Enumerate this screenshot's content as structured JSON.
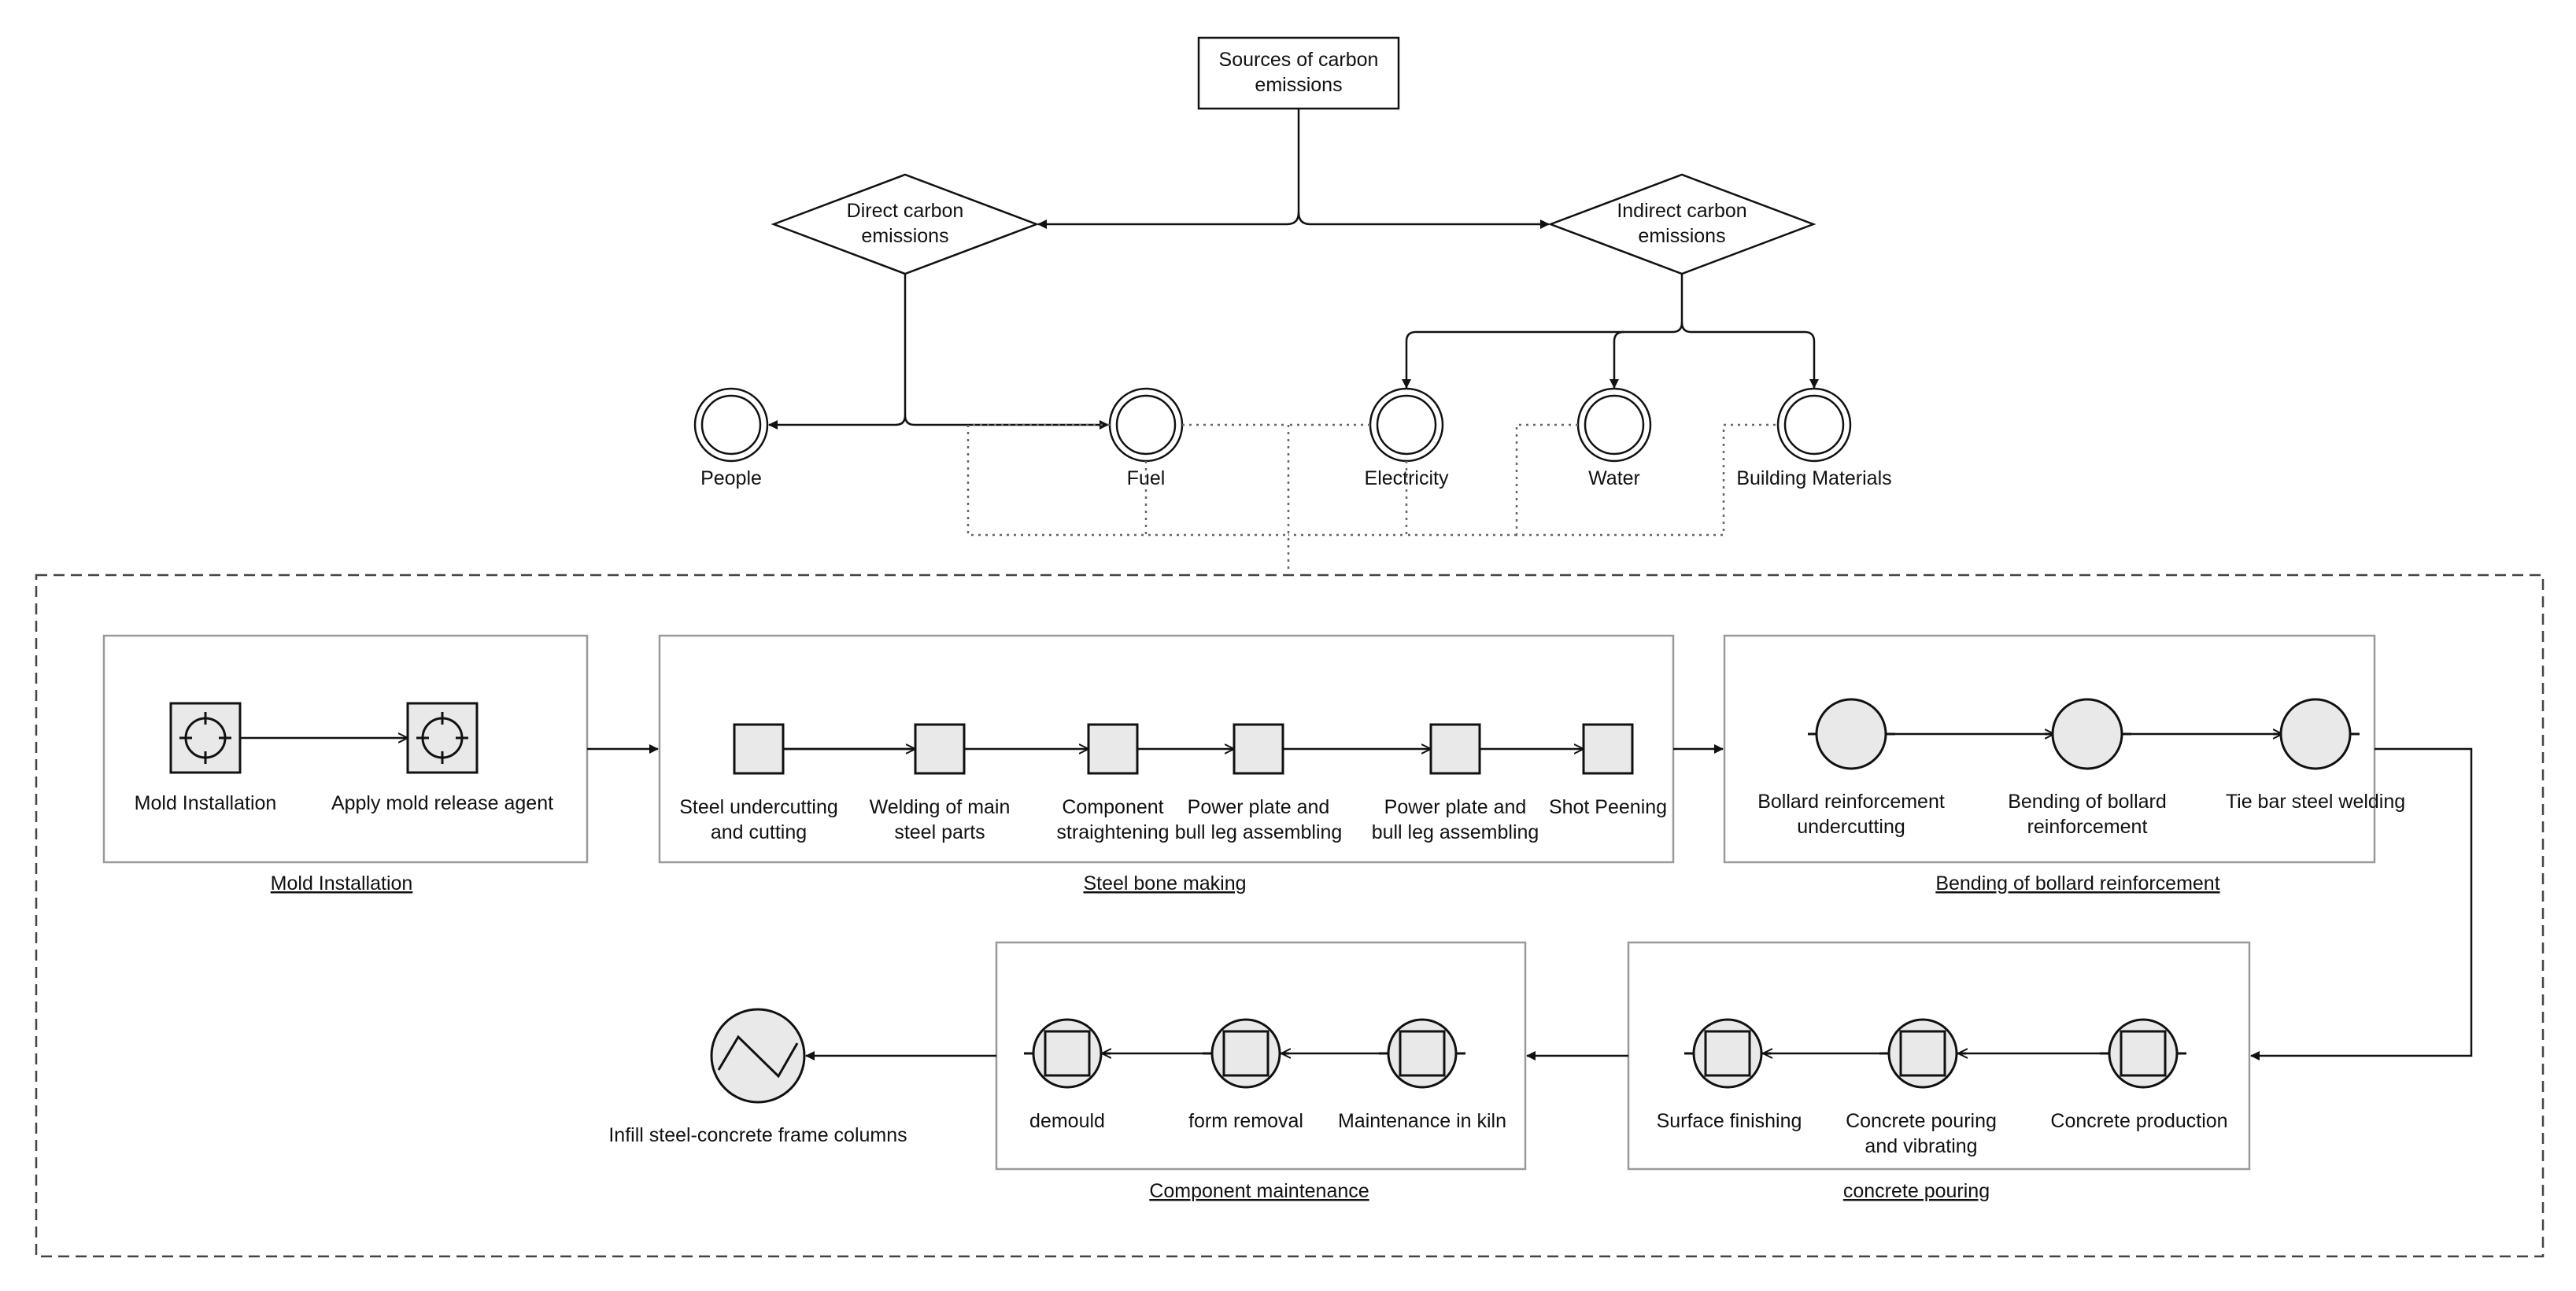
{
  "root": {
    "label_lines": [
      "Sources of carbon",
      "emissions"
    ]
  },
  "direct": {
    "label_lines": [
      "Direct carbon",
      "emissions"
    ]
  },
  "indirect": {
    "label_lines": [
      "Indirect carbon",
      "emissions"
    ]
  },
  "sources": {
    "people": "People",
    "fuel": "Fuel",
    "electricity": "Electricity",
    "water": "Water",
    "materials": "Building Materials"
  },
  "stages": {
    "mold": {
      "title": "Mold Installation",
      "steps": [
        {
          "lines": [
            "Mold Installation"
          ]
        },
        {
          "lines": [
            "Apply mold release agent"
          ]
        }
      ]
    },
    "steel": {
      "title": "Steel bone making",
      "steps": [
        {
          "lines": [
            "Steel undercutting",
            "and cutting"
          ]
        },
        {
          "lines": [
            "Welding of main",
            "steel parts"
          ]
        },
        {
          "lines": [
            "Component",
            "straightening"
          ]
        },
        {
          "lines": [
            "Power plate and",
            "bull leg assembling"
          ]
        },
        {
          "lines": [
            "Power plate and",
            "bull leg assembling"
          ]
        },
        {
          "lines": [
            "Shot Peening"
          ]
        }
      ]
    },
    "bollard": {
      "title": "Bending of bollard reinforcement",
      "steps": [
        {
          "lines": [
            "Bollard reinforcement",
            "undercutting"
          ]
        },
        {
          "lines": [
            "Bending of bollard",
            "reinforcement"
          ]
        },
        {
          "lines": [
            "Tie bar steel welding"
          ]
        }
      ]
    },
    "pouring": {
      "title": "concrete pouring",
      "steps": [
        {
          "lines": [
            "Concrete production"
          ]
        },
        {
          "lines": [
            "Concrete pouring",
            "and vibrating"
          ]
        },
        {
          "lines": [
            "Surface finishing"
          ]
        }
      ]
    },
    "maintenance": {
      "title": "Component maintenance",
      "steps": [
        {
          "lines": [
            "Maintenance in kiln"
          ]
        },
        {
          "lines": [
            "form removal"
          ]
        },
        {
          "lines": [
            "demould"
          ]
        }
      ]
    }
  },
  "final": {
    "label": "Infill steel-concrete frame columns"
  }
}
